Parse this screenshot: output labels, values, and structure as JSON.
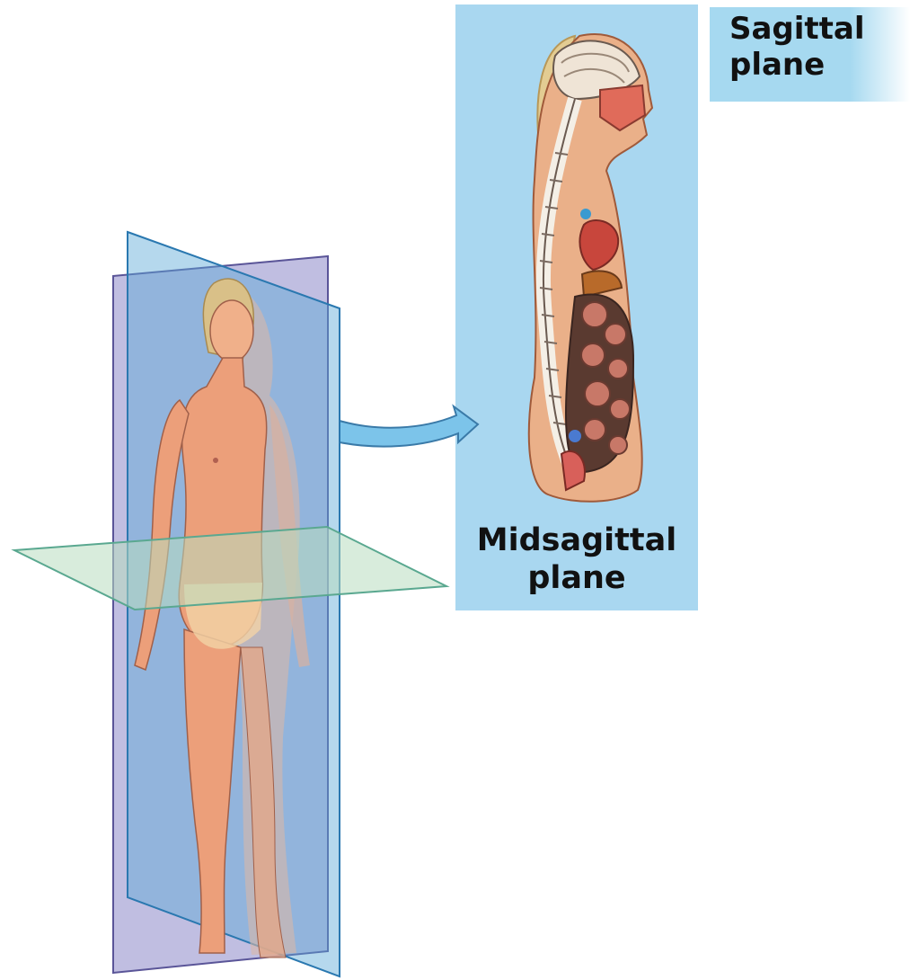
{
  "labels": {
    "sagittal": "Sagittal\nplane",
    "midsagittal_line1": "Midsagittal",
    "midsagittal_line2": "plane"
  },
  "colors": {
    "panel": "#a9d7f0",
    "sagittal_plane": "#5aa8d8",
    "frontal_plane": "#8c88c8",
    "transverse_plane": "#b8dcc0",
    "arrow": "#7cc4ea",
    "skin": "#e8a07a"
  },
  "icons": {
    "arrow": "curved-arrow-icon"
  }
}
